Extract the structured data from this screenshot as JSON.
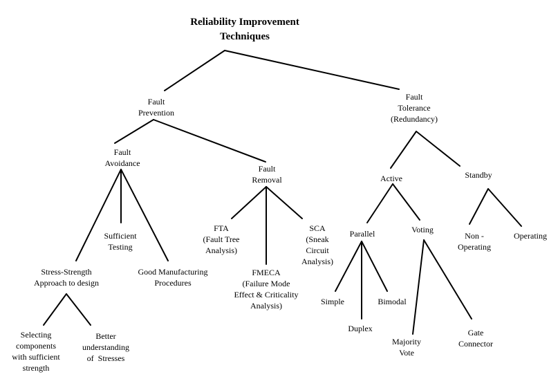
{
  "diagram": {
    "title": "Reliability Improvement\nTechniques",
    "nodes": {
      "fault_prevention": "Fault\nPrevention",
      "fault_tolerance": "Fault\nTolerance\n(Redundancy)",
      "fault_avoidance": "Fault\nAvoidance",
      "fault_removal": "Fault\nRemoval",
      "active": "Active",
      "standby": "Standby",
      "sufficient_testing": "Sufficient\nTesting",
      "stress_strength": "Stress-Strength\nApproach to design",
      "good_manufacturing": "Good Manufacturing\nProcedures",
      "fta": "FTA\n(Fault Tree\nAnalysis)",
      "sca": "SCA\n(Sneak\nCircuit\nAnalysis)",
      "fmeca": "FMECA\n(Failure Mode\nEffect & Criticality\nAnalysis)",
      "parallel": "Parallel",
      "voting": "Voting",
      "non_operating": "Non -\nOperating",
      "operating": "Operating",
      "simple": "Simple",
      "bimodal": "Bimodal",
      "duplex": "Duplex",
      "selecting_components": "Selecting\ncomponents\nwith sufficient\nstrength",
      "better_understanding": "Better\nunderstanding\nof  Stresses",
      "majority_vote": "Majority\nVote",
      "gate_connector": "Gate\nConnector"
    }
  }
}
